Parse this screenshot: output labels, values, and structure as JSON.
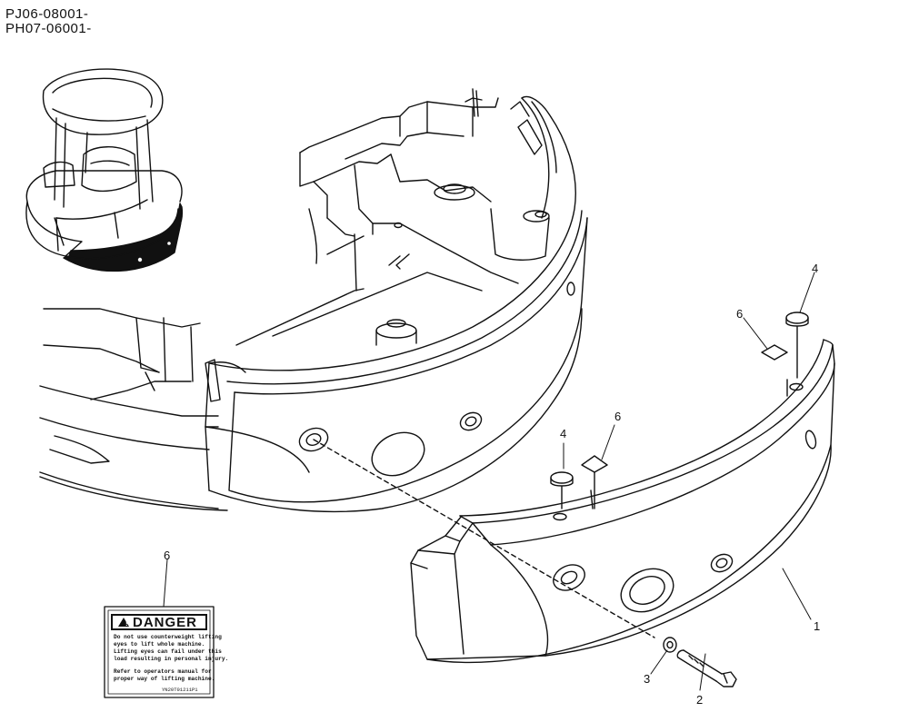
{
  "serial_numbers": [
    "PJ06-08001-",
    "PH07-06001-"
  ],
  "callouts": [
    {
      "id": "callout-1",
      "text": "1"
    },
    {
      "id": "callout-2",
      "text": "2"
    },
    {
      "id": "callout-3",
      "text": "3"
    },
    {
      "id": "callout-4a",
      "text": "4"
    },
    {
      "id": "callout-4b",
      "text": "4"
    },
    {
      "id": "callout-6a",
      "text": "6"
    },
    {
      "id": "callout-6b",
      "text": "6"
    },
    {
      "id": "callout-6c",
      "text": "6"
    }
  ],
  "danger_label": {
    "title": "DANGER",
    "lines": [
      "Do not use counterweight lifting",
      "eyes to lift whole machine.",
      "Lifting eyes can fail under this",
      "load resulting in personal injury.",
      "Refer to operators manual for",
      "proper way of lifting machine."
    ],
    "code": "YN20T01211P1"
  }
}
